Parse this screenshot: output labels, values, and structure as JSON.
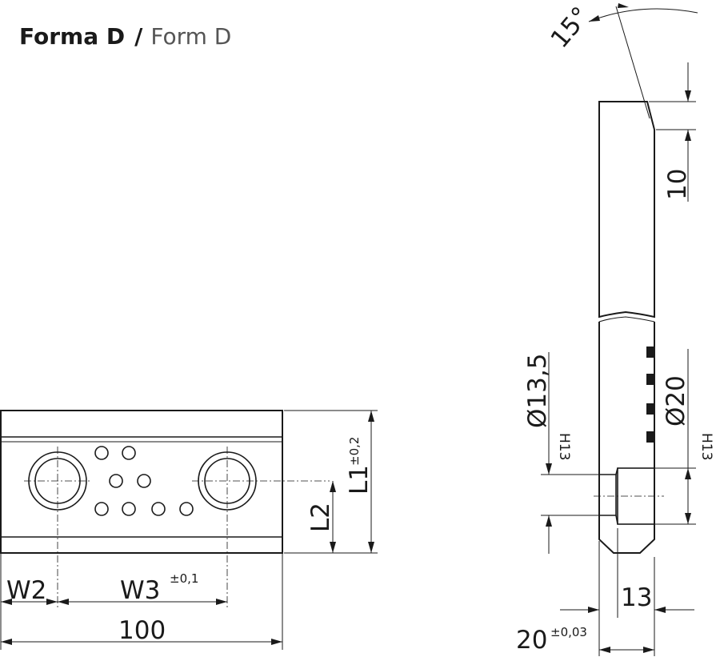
{
  "title": {
    "bold": "Forma D",
    "separator": "/",
    "light": "Form D"
  },
  "front_view": {
    "width_label": "100",
    "w2_label": "W2",
    "w3_label": "W3",
    "w3_tolerance": "±0,1",
    "l1_label": "L1",
    "l1_tolerance": "±0,2",
    "l2_label": "L2"
  },
  "side_view": {
    "angle_label": "15°",
    "height_label": "10",
    "bore_diameter_label": "Ø13,5",
    "bore_fit_label": "H13",
    "counterbore_diameter_label": "Ø20",
    "counterbore_fit_label": "H13",
    "depth_label": "13",
    "thickness_label": "20",
    "thickness_tolerance": "±0,03"
  }
}
